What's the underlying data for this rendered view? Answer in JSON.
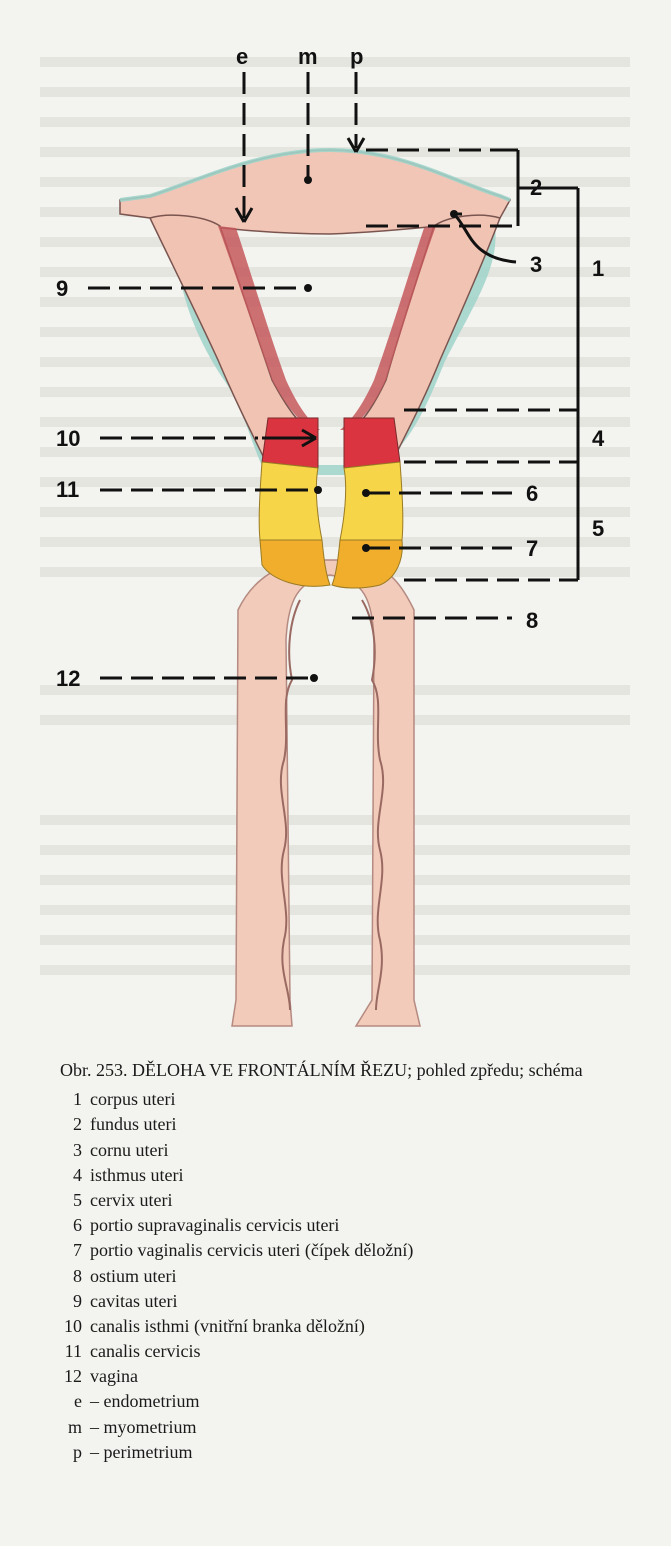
{
  "figure": {
    "top_letters": [
      "e",
      "m",
      "p"
    ],
    "left_numbers": [
      "9",
      "10",
      "11",
      "12"
    ],
    "right_numbers": [
      "2",
      "3",
      "1",
      "4",
      "6",
      "5",
      "7",
      "8"
    ]
  },
  "caption": {
    "title": "Obr. 253. DĚLOHA VE FRONTÁLNÍM ŘEZU; pohled zpředu; schéma",
    "items": [
      {
        "key": "1",
        "text": "corpus uteri"
      },
      {
        "key": "2",
        "text": "fundus uteri"
      },
      {
        "key": "3",
        "text": "cornu uteri"
      },
      {
        "key": "4",
        "text": "isthmus uteri"
      },
      {
        "key": "5",
        "text": "cervix uteri"
      },
      {
        "key": "6",
        "text": "portio supravaginalis cervicis uteri"
      },
      {
        "key": "7",
        "text": "portio vaginalis cervicis uteri (čípek děložní)"
      },
      {
        "key": "8",
        "text": "ostium uteri"
      },
      {
        "key": "9",
        "text": "cavitas uteri"
      },
      {
        "key": "10",
        "text": "canalis isthmi (vnitřní branka děložní)"
      },
      {
        "key": "11",
        "text": "canalis cervicis"
      },
      {
        "key": "12",
        "text": "vagina"
      },
      {
        "key": "e",
        "text": "– endometrium"
      },
      {
        "key": "m",
        "text": "– myometrium"
      },
      {
        "key": "p",
        "text": "– perimetrium"
      }
    ]
  },
  "colors": {
    "perimetrium_outline": "#9fd3c9",
    "myometrium": "#f1c3b3",
    "endometrium": "#c4585c",
    "isthmus_band": "#d9343f",
    "cervix_upper": "#f6d548",
    "cervix_lower": "#f0ae2c",
    "vagina": "#f2cbbb"
  }
}
